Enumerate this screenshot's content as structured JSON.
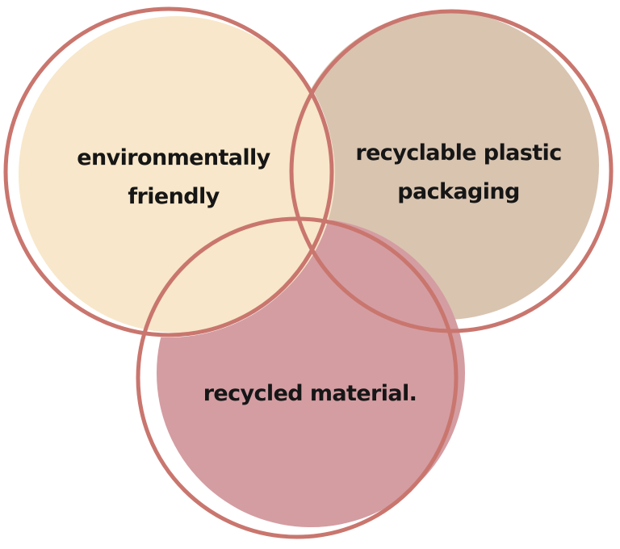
{
  "diagram": {
    "type": "venn",
    "background_color": "#ffffff",
    "outline_color": "#c9766e",
    "text_color": "#161616",
    "circles": [
      {
        "id": "environmentally-friendly",
        "label": "environmentally friendly",
        "lines": [
          "environmentally",
          "friendly"
        ],
        "fill_color": "#f8e7ca"
      },
      {
        "id": "recyclable-plastic-packaging",
        "label": "recyclable plastic packaging",
        "lines": [
          "recyclable plastic",
          "packaging"
        ],
        "fill_color": "#d9c4b0"
      },
      {
        "id": "recycled-material",
        "label": "recycled material.",
        "lines": [
          "recycled material."
        ],
        "fill_color": "#d49da2"
      }
    ]
  }
}
